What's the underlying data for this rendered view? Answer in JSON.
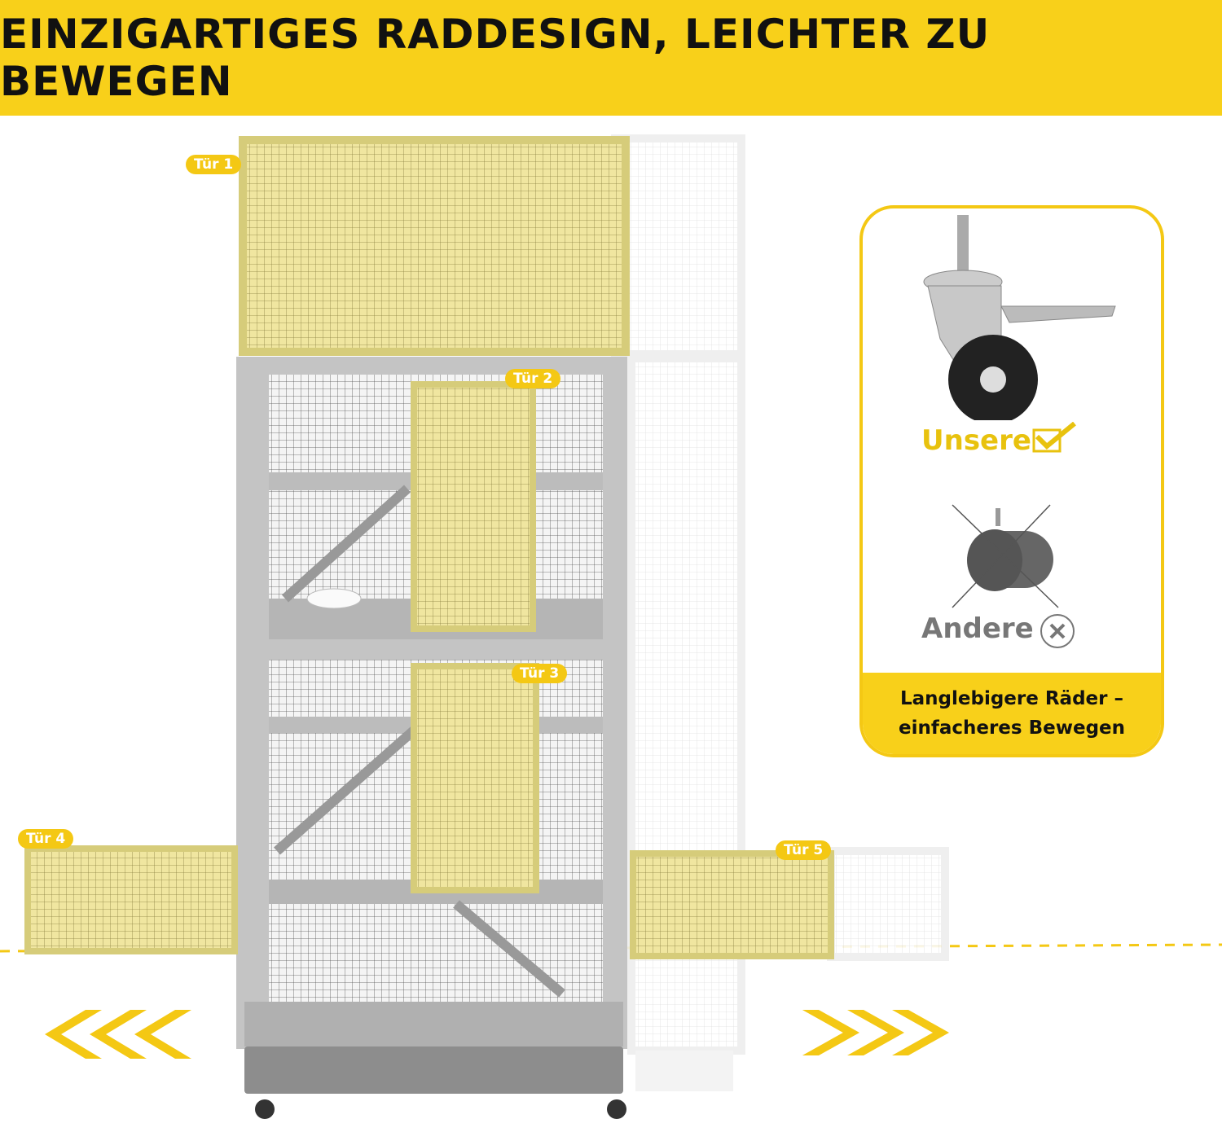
{
  "header": {
    "title": "EINZIGARTIGES RADDESIGN, LEICHTER ZU BEWEGEN"
  },
  "door_labels": [
    "Tür 1",
    "Tür 2",
    "Tür 3",
    "Tür 4",
    "Tür 5"
  ],
  "comparison": {
    "ours_label": "Unsere",
    "others_label": "Andere",
    "caption_line1": "Langlebigere Räder –",
    "caption_line2": "einfacheres Bewegen"
  },
  "colors": {
    "accent": "#f8d01a",
    "badge": "#f4c814",
    "door": "#e6dc8c",
    "frame": "#b8b8b8"
  }
}
